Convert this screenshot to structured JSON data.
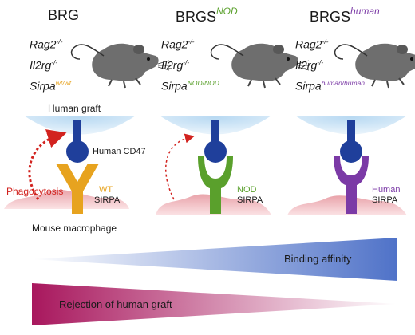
{
  "strains": [
    {
      "base": "BRG",
      "sup": "",
      "sup_color": ""
    },
    {
      "base": "BRGS",
      "sup": "NOD",
      "sup_color": "#5aa02c"
    },
    {
      "base": "BRGS",
      "sup": "human",
      "sup_color": "#7b3aa6"
    }
  ],
  "genes": {
    "rag2": "Rag2",
    "rag2_sup": "-/-",
    "il2rg": "Il2rg",
    "il2rg_sup": "-/-",
    "sirpa": "Sirpa",
    "sirpa_sups": [
      "wt/wt",
      "NOD/NOD",
      "human/human"
    ]
  },
  "labels": {
    "human_graft": "Human graft",
    "human_cd47": "Human CD47",
    "phagocytosis": "Phagocytosis",
    "mouse_macrophage": "Mouse macrophage",
    "sirpa_variants": [
      {
        "top": "WT",
        "bottom": "SIRPA"
      },
      {
        "top": "NOD",
        "bottom": "SIRPA"
      },
      {
        "top": "Human",
        "bottom": "SIRPA"
      }
    ],
    "binding_affinity": "Binding affinity",
    "rejection": "Rejection of human graft"
  },
  "colors": {
    "graft": "#cfe6f6",
    "cd47": "#1f3f9b",
    "macrophage": "#f2b8bd",
    "wt_sirpa": "#e7a31f",
    "nod_sirpa": "#5aa02c",
    "human_sirpa": "#7b3aa6",
    "phagocytosis_arrow": "#d2231f",
    "binding_gradient_end": "#4f72c8",
    "rejection_gradient_start": "#a8175d",
    "mouse_body": "#6e6e6e"
  }
}
